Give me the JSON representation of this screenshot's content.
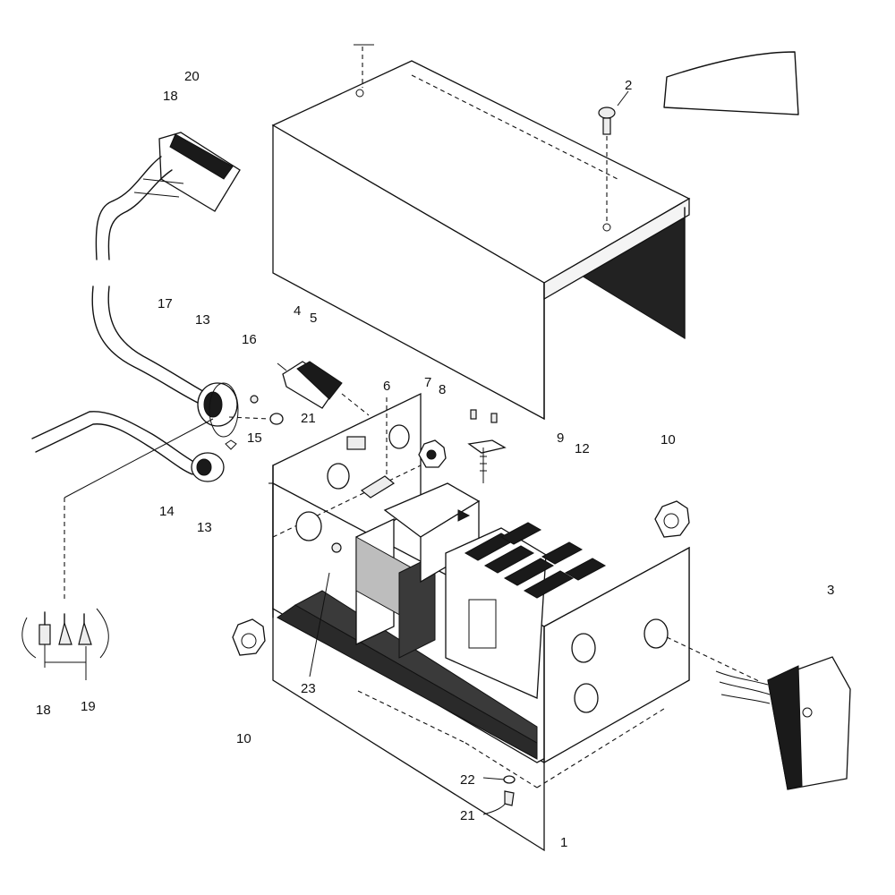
{
  "callouts": {
    "c1": "1",
    "c2": "2",
    "c3": "3",
    "c4": "4",
    "c5": "5",
    "c6": "6",
    "c7": "7",
    "c8": "8",
    "c9": "9",
    "c10a": "10",
    "c10b": "10",
    "c12": "12",
    "c13a": "13",
    "c13b": "13",
    "c14": "14",
    "c15": "15",
    "c16": "16",
    "c17": "17",
    "c18a": "18",
    "c18b": "18",
    "c19": "19",
    "c20": "20",
    "c21a": "21",
    "c21b": "21",
    "c22": "22",
    "c23": "23"
  }
}
